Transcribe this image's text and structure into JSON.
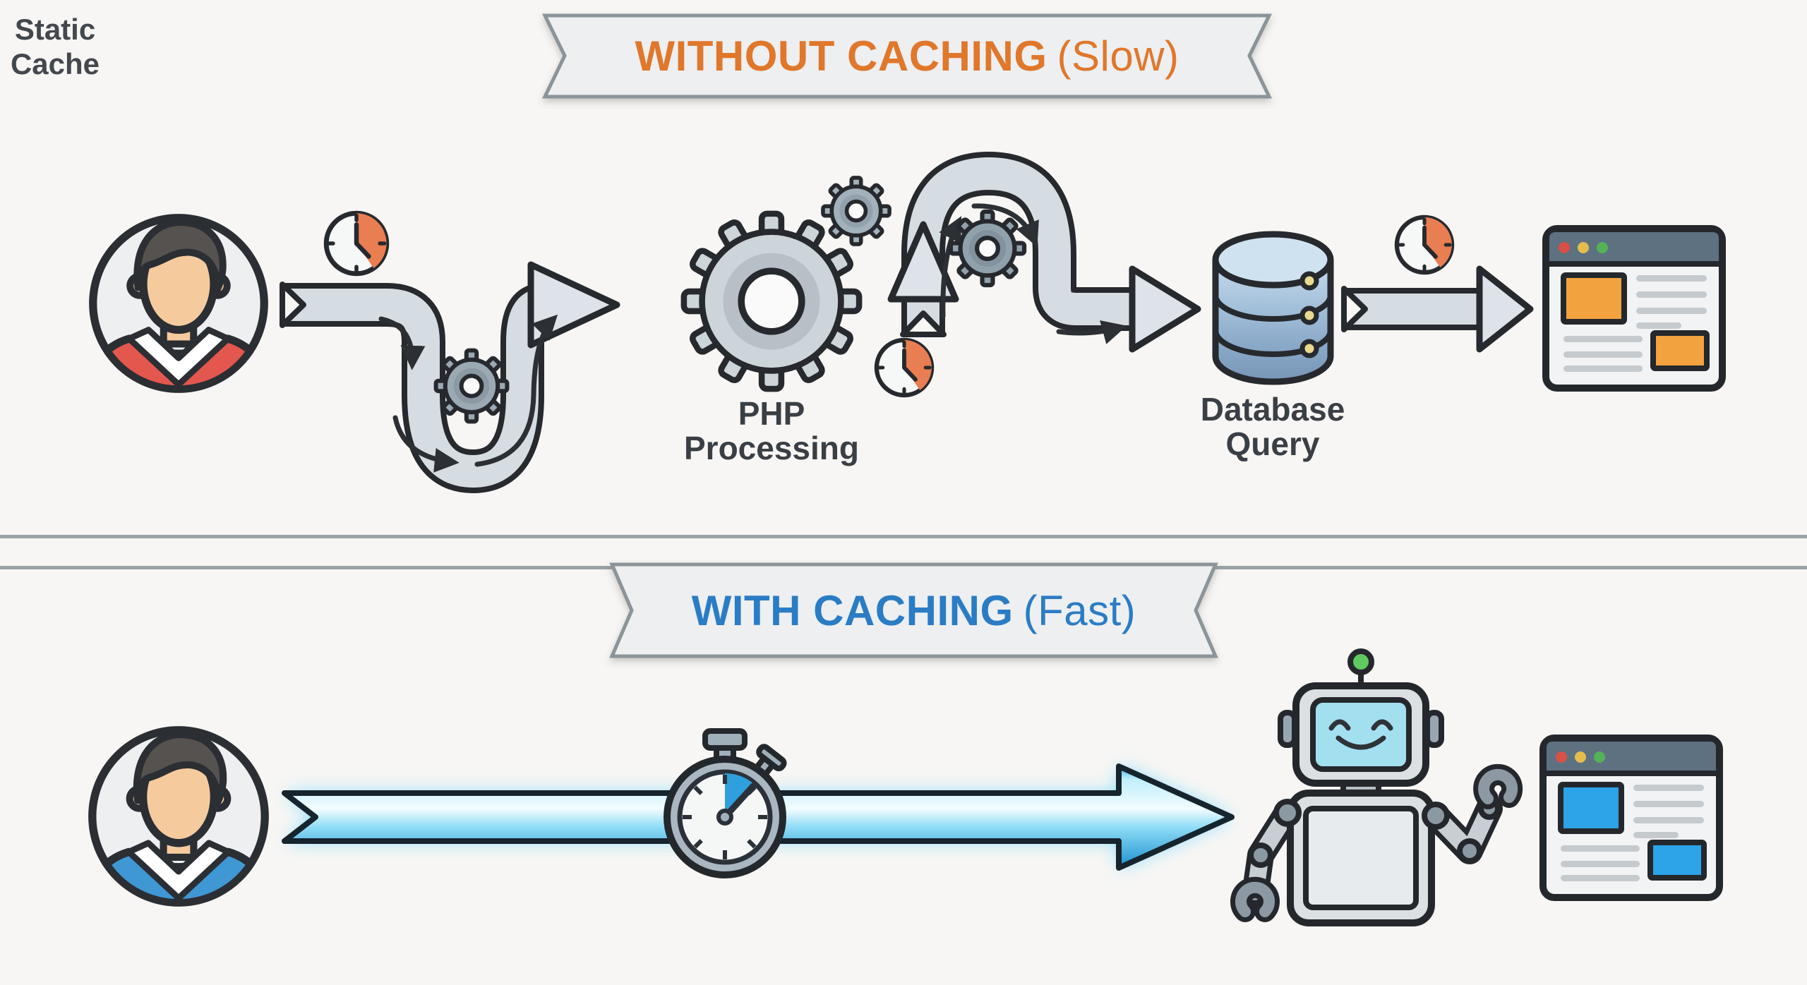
{
  "title": "PHP page delivery with and without caching",
  "top": {
    "banner_bold": "WITHOUT CACHING",
    "banner_light": "(Slow)",
    "php_label": "PHP\nProcessing",
    "db_label": "Database\nQuery"
  },
  "bottom": {
    "banner_bold": "WITH CACHING",
    "banner_light": "(Fast)",
    "cache_label": "Static\nCache"
  },
  "icons": {
    "top_flow": [
      "user-avatar-icon",
      "clock-icon",
      "winding-arrow-icon",
      "gear-icon",
      "php-gears-icon",
      "loop-arrow-icon",
      "database-icon",
      "arrow-icon",
      "browser-window-icon"
    ],
    "bottom_flow": [
      "user-avatar-icon",
      "fast-arrow-icon",
      "stopwatch-icon",
      "robot-icon",
      "browser-window-icon"
    ]
  },
  "colors": {
    "slow_accent": "#e0772b",
    "fast_accent": "#2a7cc4",
    "arrow_gray": "#d6dde2",
    "outline_dark": "#26292d",
    "fast_arrow_blue": "#1b90d2",
    "browser_box_slow": "#f2a23f",
    "browser_box_fast": "#2da3e8",
    "shirt_slow": "#e4574e",
    "shirt_fast": "#3f97d3",
    "antenna_green": "#5fc95f"
  }
}
